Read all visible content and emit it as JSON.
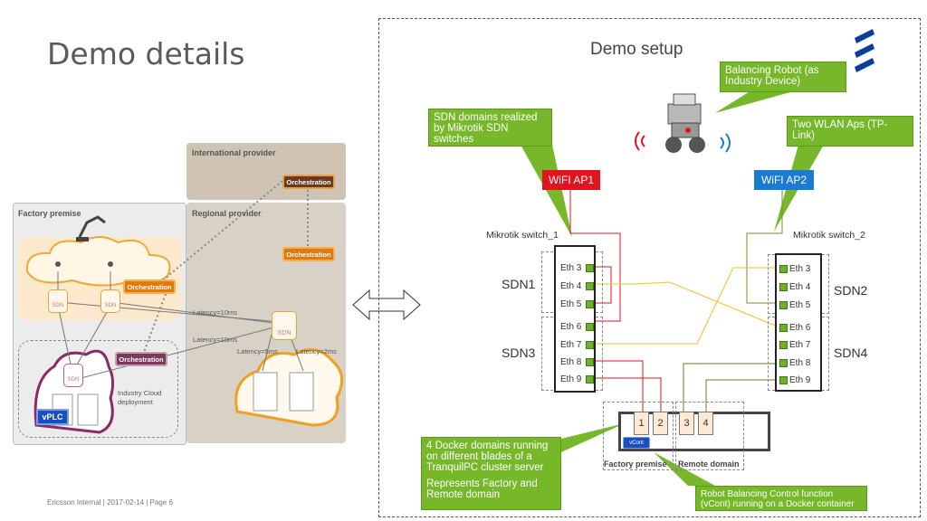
{
  "slide": {
    "title": "Demo details",
    "footer": "Ericsson Internal  |  2017-02-14  |  Page 6"
  },
  "left_diagram": {
    "international_provider": "International provider",
    "regional_provider": "Regional provider",
    "factory_premise": "Factory premise",
    "orchestration": "Orchestration",
    "sdn": "SDN",
    "latency_1": "Latency=10ms",
    "latency_2": "Latency=10ms",
    "latency_3": "Latency=5ms",
    "latency_4": "Latency=2ms",
    "industry_cloud": "Industry Cloud deployment",
    "vplc": "vPLC"
  },
  "right_panel": {
    "demo_setup": "Demo setup",
    "callout_robot": "Balancing Robot (as Industry Device)",
    "callout_sdn": "SDN domains realized by Mikrotik SDN switches",
    "callout_wlan": "Two WLAN Aps (TP-Link)",
    "wifi_ap1": "WiFI AP1",
    "wifi_ap2": "WiFI AP2",
    "switch_1": "Mikrotik switch_1",
    "switch_2": "Mikrotik switch_2",
    "sdn1": "SDN1",
    "sdn2": "SDN2",
    "sdn3": "SDN3",
    "sdn4": "SDN4",
    "left_ports": [
      "Eth 3",
      "Eth 4",
      "Eth 5",
      "Eth 6",
      "Eth 7",
      "Eth 8",
      "Eth 9"
    ],
    "right_ports": [
      "Eth 3",
      "Eth 4",
      "Eth 5",
      "Eth 6",
      "Eth 7",
      "Eth 8",
      "Eth 9"
    ],
    "blades": [
      "1",
      "2",
      "3",
      "4"
    ],
    "vcont": "vCont",
    "factory_premise": "Factory premise",
    "remote_domain": "Remote domain",
    "callout_docker_1": "4 Docker domains running on different blades of a TranquilPC cluster server",
    "callout_docker_2": "Represents Factory and Remote domain",
    "callout_vcont": "Robot Balancing Control function (vCont) running on a Docker container"
  },
  "colors": {
    "callout_green": "#76b82a",
    "wifi_red": "#e0141e",
    "wifi_blue": "#1a7ad4",
    "orchestration_orange": "#e07a10",
    "ericsson_blue": "#0a3e9c"
  }
}
